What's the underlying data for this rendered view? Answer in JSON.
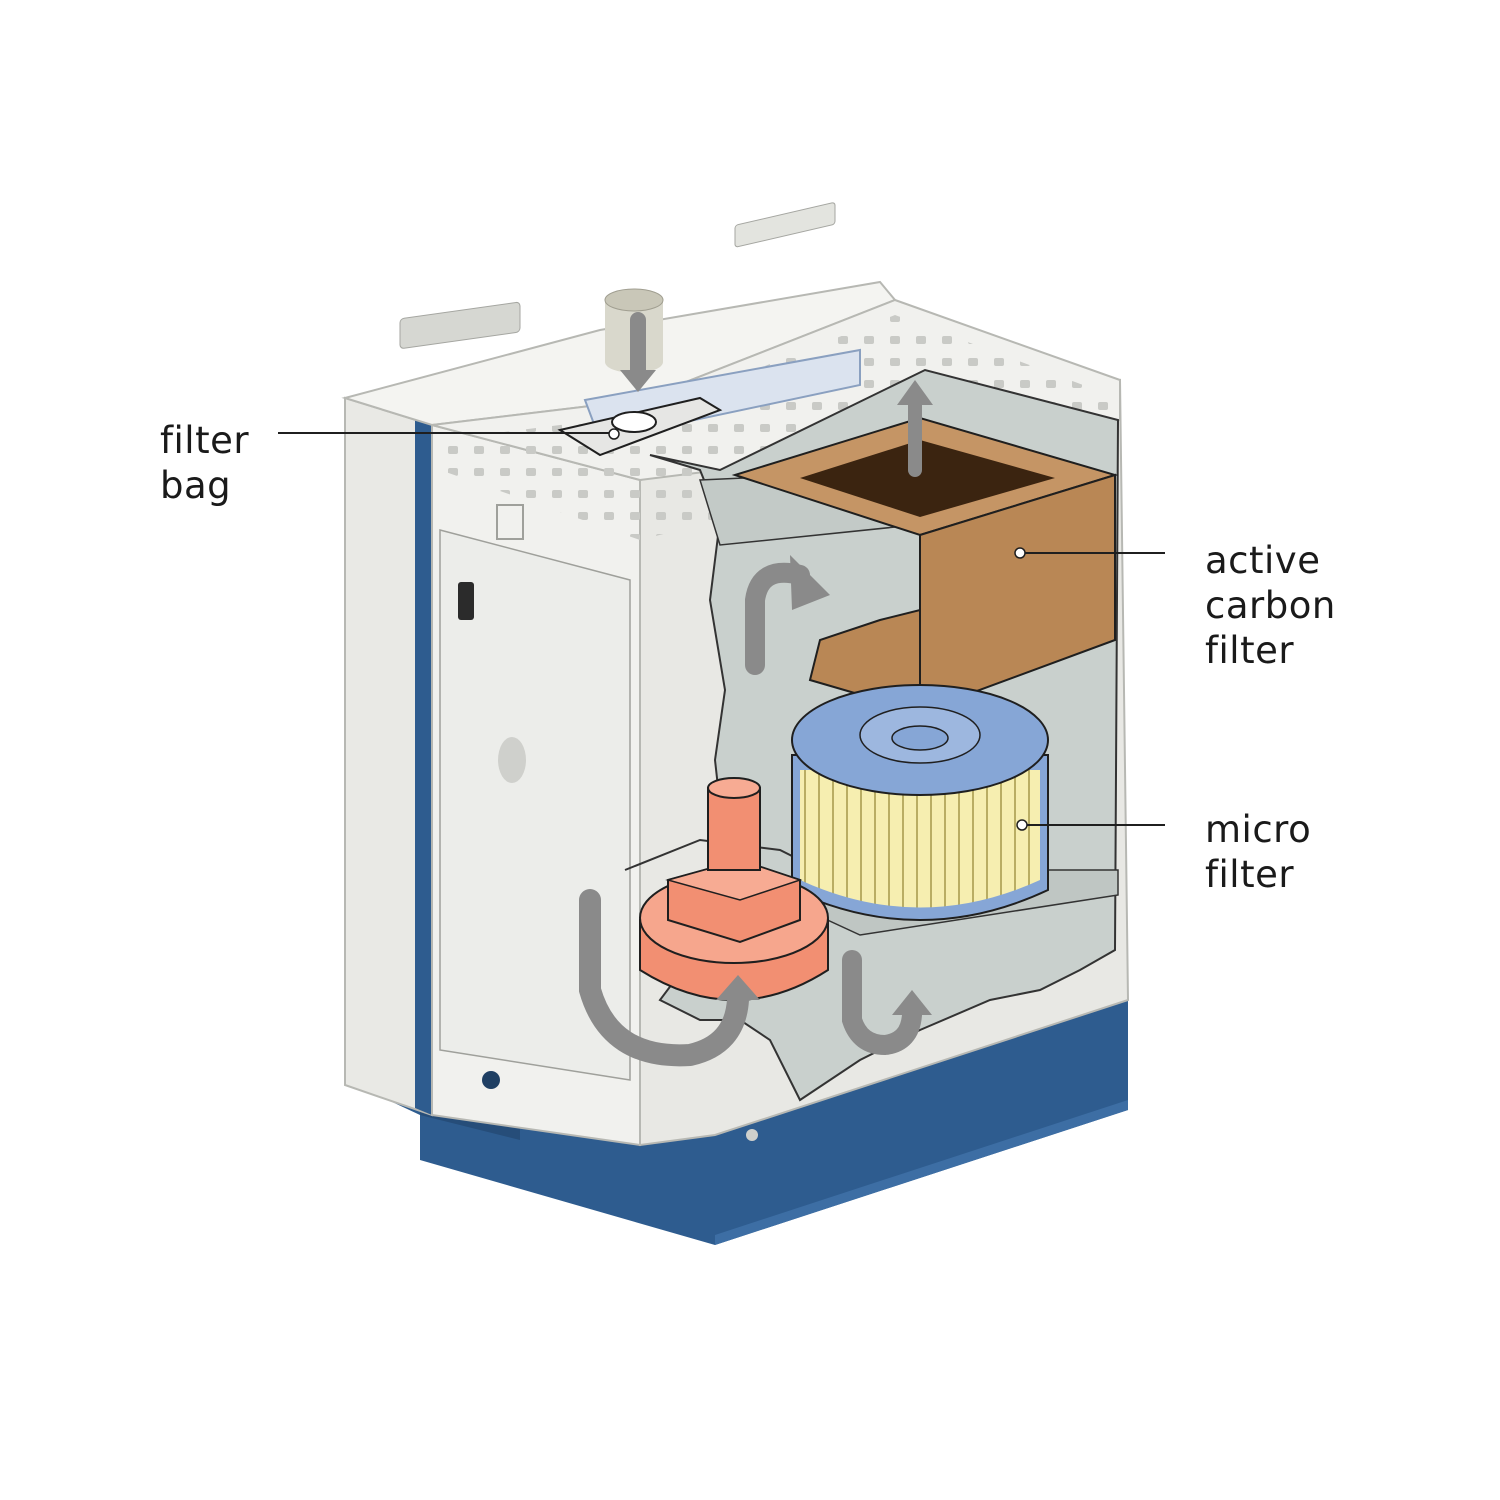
{
  "callouts": {
    "filter_bag": {
      "line1": "filter",
      "line2": "bag"
    },
    "active_carbon_filter": {
      "line1": "active",
      "line2": "carbon",
      "line3": "filter"
    },
    "micro_filter": {
      "line1": "micro",
      "line2": "filter"
    }
  },
  "colors": {
    "housing_white": "#f1f1ee",
    "housing_shadow": "#d9dad6",
    "base_blue": "#2e5c8f",
    "cutaway_gray": "#c9d0cd",
    "carbon_filter": "#b98755",
    "carbon_filter_dark": "#3b2410",
    "micro_filter_blue": "#86a6d6",
    "micro_filter_pleats": "#f6eeb0",
    "fan_motor": "#f28f72",
    "airflow_arrow": "#8a8a8a"
  },
  "icons": [
    "airflow-arrow-icon",
    "power-switch-icon"
  ]
}
